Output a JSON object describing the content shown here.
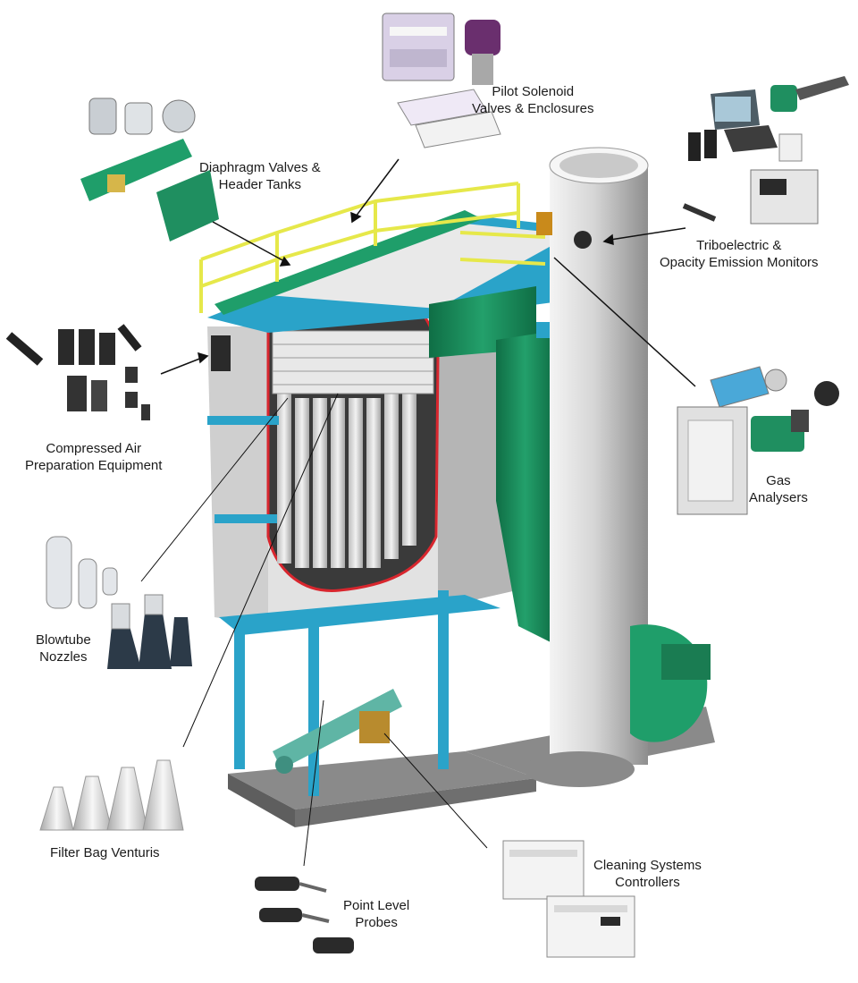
{
  "labels": {
    "pilot_solenoid": [
      "Pilot Solenoid",
      "Valves & Enclosures"
    ],
    "diaphragm_valves": [
      "Diaphragm Valves &",
      "Header Tanks"
    ],
    "triboelectric": [
      "Triboelectric &",
      "Opacity Emission Monitors"
    ],
    "compressed_air": [
      "Compressed Air",
      "Preparation Equipment"
    ],
    "gas_analysers": [
      "Gas",
      "Analysers"
    ],
    "blowtube_nozzles": [
      "Blowtube",
      "Nozzles"
    ],
    "filter_bag_venturis": [
      "Filter Bag Venturis"
    ],
    "point_level_probes": [
      "Point Level",
      "Probes"
    ],
    "cleaning_controllers": [
      "Cleaning Systems",
      "Controllers"
    ]
  },
  "colors": {
    "frame": "#d9d9d9",
    "frame_shadow": "#9a9a9a",
    "structure_blue": "#2aa3c9",
    "hopper_green": "#1f9e6a",
    "railing_yellow": "#e6e84a",
    "cutaway_red": "#d8262e",
    "stack_grey": "#dcdcdc",
    "base_grey": "#7d7d7d"
  }
}
